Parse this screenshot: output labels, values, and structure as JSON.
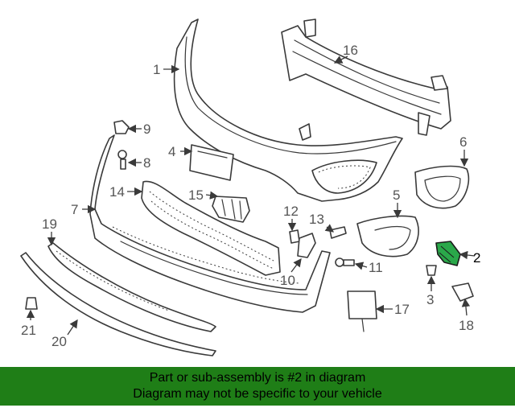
{
  "diagram": {
    "callouts": [
      "1",
      "2",
      "3",
      "4",
      "5",
      "6",
      "7",
      "8",
      "9",
      "10",
      "11",
      "12",
      "13",
      "14",
      "15",
      "16",
      "17",
      "18",
      "19",
      "20",
      "21"
    ],
    "highlight_color": "#2aa84a",
    "banner_color": "#1f7e17"
  },
  "footer": {
    "line1": "Part or sub-assembly is #2 in diagram",
    "line2": "Diagram may not be specific to your vehicle"
  }
}
